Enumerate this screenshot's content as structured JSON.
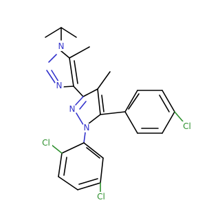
{
  "atoms": {
    "n_imidazole_top": {
      "text": "N",
      "color": "#3333cc"
    },
    "n_imidazole_bottom": {
      "text": "N",
      "color": "#3333cc"
    },
    "n_pyrazole_left": {
      "text": "N",
      "color": "#3333cc"
    },
    "n_pyrazole_bottom": {
      "text": "N",
      "color": "#3333cc"
    },
    "cl_chlorophenyl": {
      "text": "Cl",
      "color": "#2d8f2d"
    },
    "cl_ortho": {
      "text": "Cl",
      "color": "#2d8f2d"
    },
    "cl_para": {
      "text": "Cl",
      "color": "#2d8f2d"
    }
  }
}
